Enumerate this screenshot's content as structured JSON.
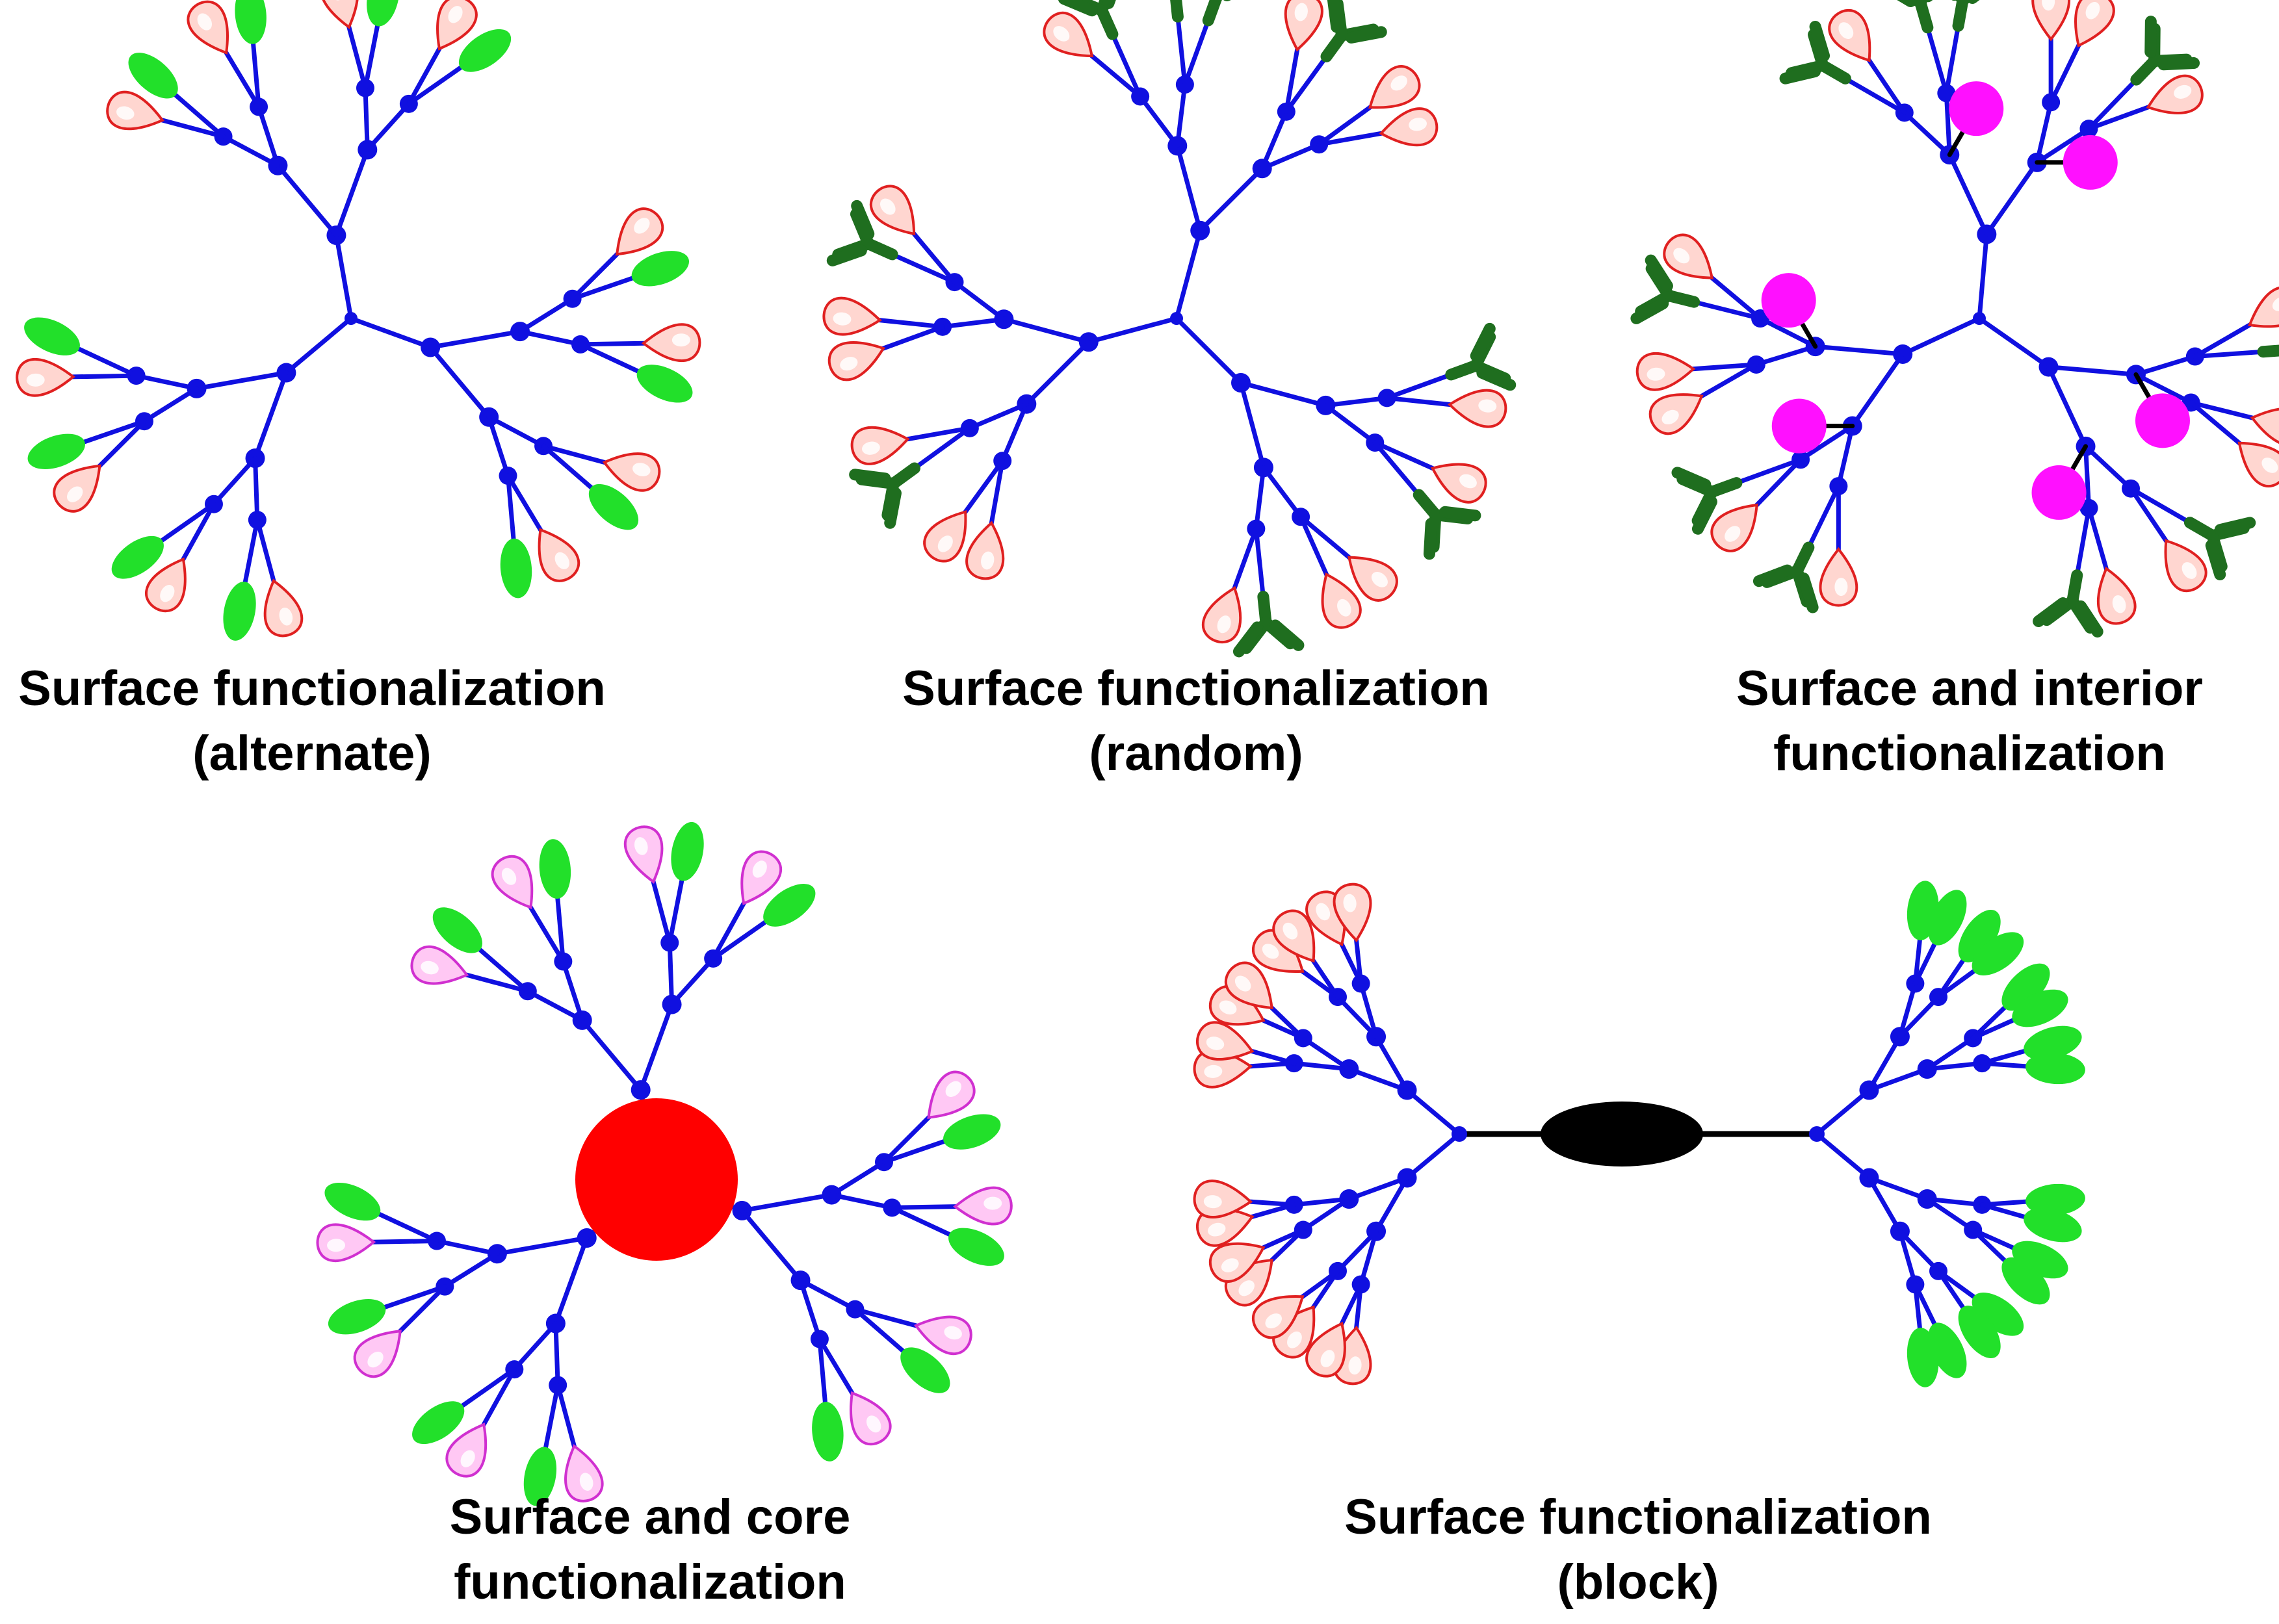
{
  "panels": [
    {
      "id": "alternate",
      "caption": [
        "Surface functionalization",
        "(alternate)"
      ]
    },
    {
      "id": "random",
      "caption": [
        "Surface functionalization",
        "(random)"
      ]
    },
    {
      "id": "interior",
      "caption": [
        "Surface and interior",
        "functionalization"
      ]
    },
    {
      "id": "core",
      "caption": [
        "Surface and core",
        "functionalization"
      ]
    },
    {
      "id": "block",
      "caption": [
        "Surface functionalization",
        "(block)"
      ]
    }
  ],
  "colors": {
    "branch": "#1010e0",
    "node": "#1010e0",
    "drop_fill": "#ffd6d0",
    "drop_stroke": "#e02020",
    "ellipse_green": "#22e02a",
    "antibody": "#1f6e1f",
    "pink_drop_fill": "#ffc8f4",
    "pink_drop_stroke": "#d030d0",
    "magenta_circle": "#ff10ff",
    "core_red": "#ff0000",
    "block_core": "#000000",
    "linker": "#000000"
  },
  "glyphs": {
    "drop": "tear-drop-icon",
    "green_ellipse": "green-ellipse-icon",
    "antibody": "antibody-y-icon",
    "pink_drop": "pink-drop-icon",
    "magenta_circle": "magenta-circle-icon"
  }
}
